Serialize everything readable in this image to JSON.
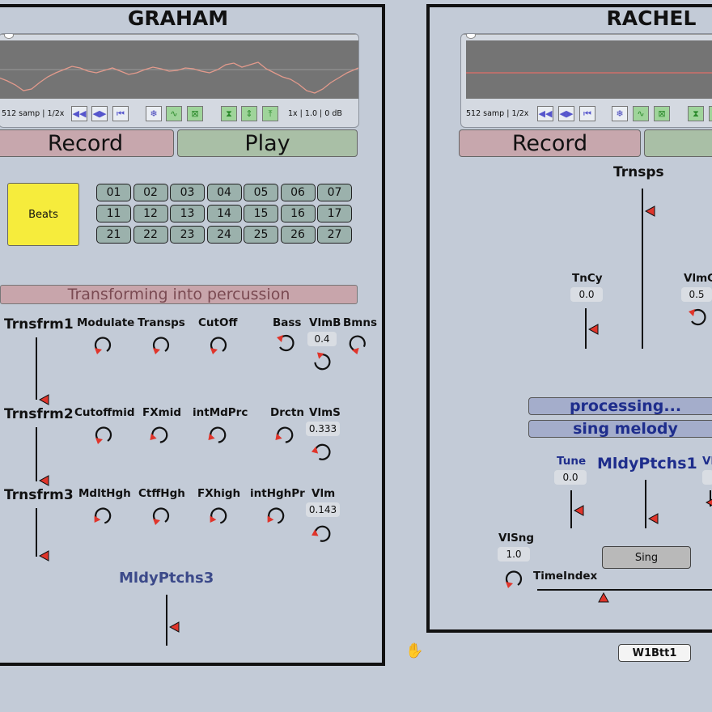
{
  "graham": {
    "title": "GRAHAM",
    "scope_info_left": "512 samp | 1/2x",
    "scope_info_right": "1x | 1.0 | 0 dB",
    "record_label": "Record",
    "play_label": "Play",
    "beats_label": "Beats",
    "pads": [
      "01",
      "02",
      "03",
      "04",
      "05",
      "06",
      "07",
      "11",
      "12",
      "13",
      "14",
      "15",
      "16",
      "17",
      "21",
      "22",
      "23",
      "24",
      "25",
      "26",
      "27"
    ],
    "banner": "Transforming into percussion",
    "labels": {
      "trnsfrm1": "Trnsfrm1",
      "trnsfrm2": "Trnsfrm2",
      "trnsfrm3": "Trnsfrm3",
      "modulate": "Modulate",
      "transps": "Transps",
      "cutoff": "CutOff",
      "bass": "Bass",
      "vlmb": "VlmB",
      "bmns": "Bmns",
      "cutoffmid": "Cutoffmid",
      "fxmid": "FXmid",
      "intmdprc": "intMdPrc",
      "drctn": "Drctn",
      "vlms": "VlmS",
      "mdlthgh": "MdltHgh",
      "ctffhgh": "CtffHgh",
      "fxhigh": "FXhigh",
      "inthghpr": "intHghPr",
      "vlm": "Vlm",
      "mldyptchs3": "MldyPtchs3"
    },
    "values": {
      "vlmb": "0.4",
      "vlms": "0.333",
      "vlm": "0.143"
    }
  },
  "rachel": {
    "title": "RACHEL",
    "scope_info_left": "512 samp | 1/2x",
    "record_label": "Record",
    "labels": {
      "trnsps": "Trnsps",
      "tncy": "TnCy",
      "vlmc": "VlmC",
      "tune": "Tune",
      "mldyptchs1": "MldyPtchs1",
      "vlsng": "VlSng",
      "timeindex": "TimeIndex",
      "vl_partial": "Vl"
    },
    "values": {
      "tncy": "0.0",
      "vlmc": "0.5",
      "tune": "0.0",
      "vlsng": "1.0"
    },
    "processing": "processing...",
    "sing_melody": "sing melody",
    "sing_button": "Sing"
  },
  "bottom_button": "W1Btt1",
  "colors": {
    "background": "#c3cbd7",
    "record": "#c7a7ad",
    "play": "#a9bfa6",
    "beats": "#f6ec3c",
    "pad": "#9bb1ac",
    "marker": "#e0352b",
    "waveform": "#e39a8c"
  },
  "icons": {
    "toolbar_1": "rewind-icon",
    "toolbar_2": "fast-forward-icon",
    "toolbar_3": "skip-icon",
    "toolbar_4": "snowflake-icon",
    "toolbar_5": "wave-icon",
    "toolbar_6": "fit-icon",
    "toolbar_7": "zoom-vertical-icon",
    "toolbar_8": "expand-vertical-icon",
    "toolbar_9": "center-vertical-icon",
    "cursor": "hand-cursor-icon"
  }
}
